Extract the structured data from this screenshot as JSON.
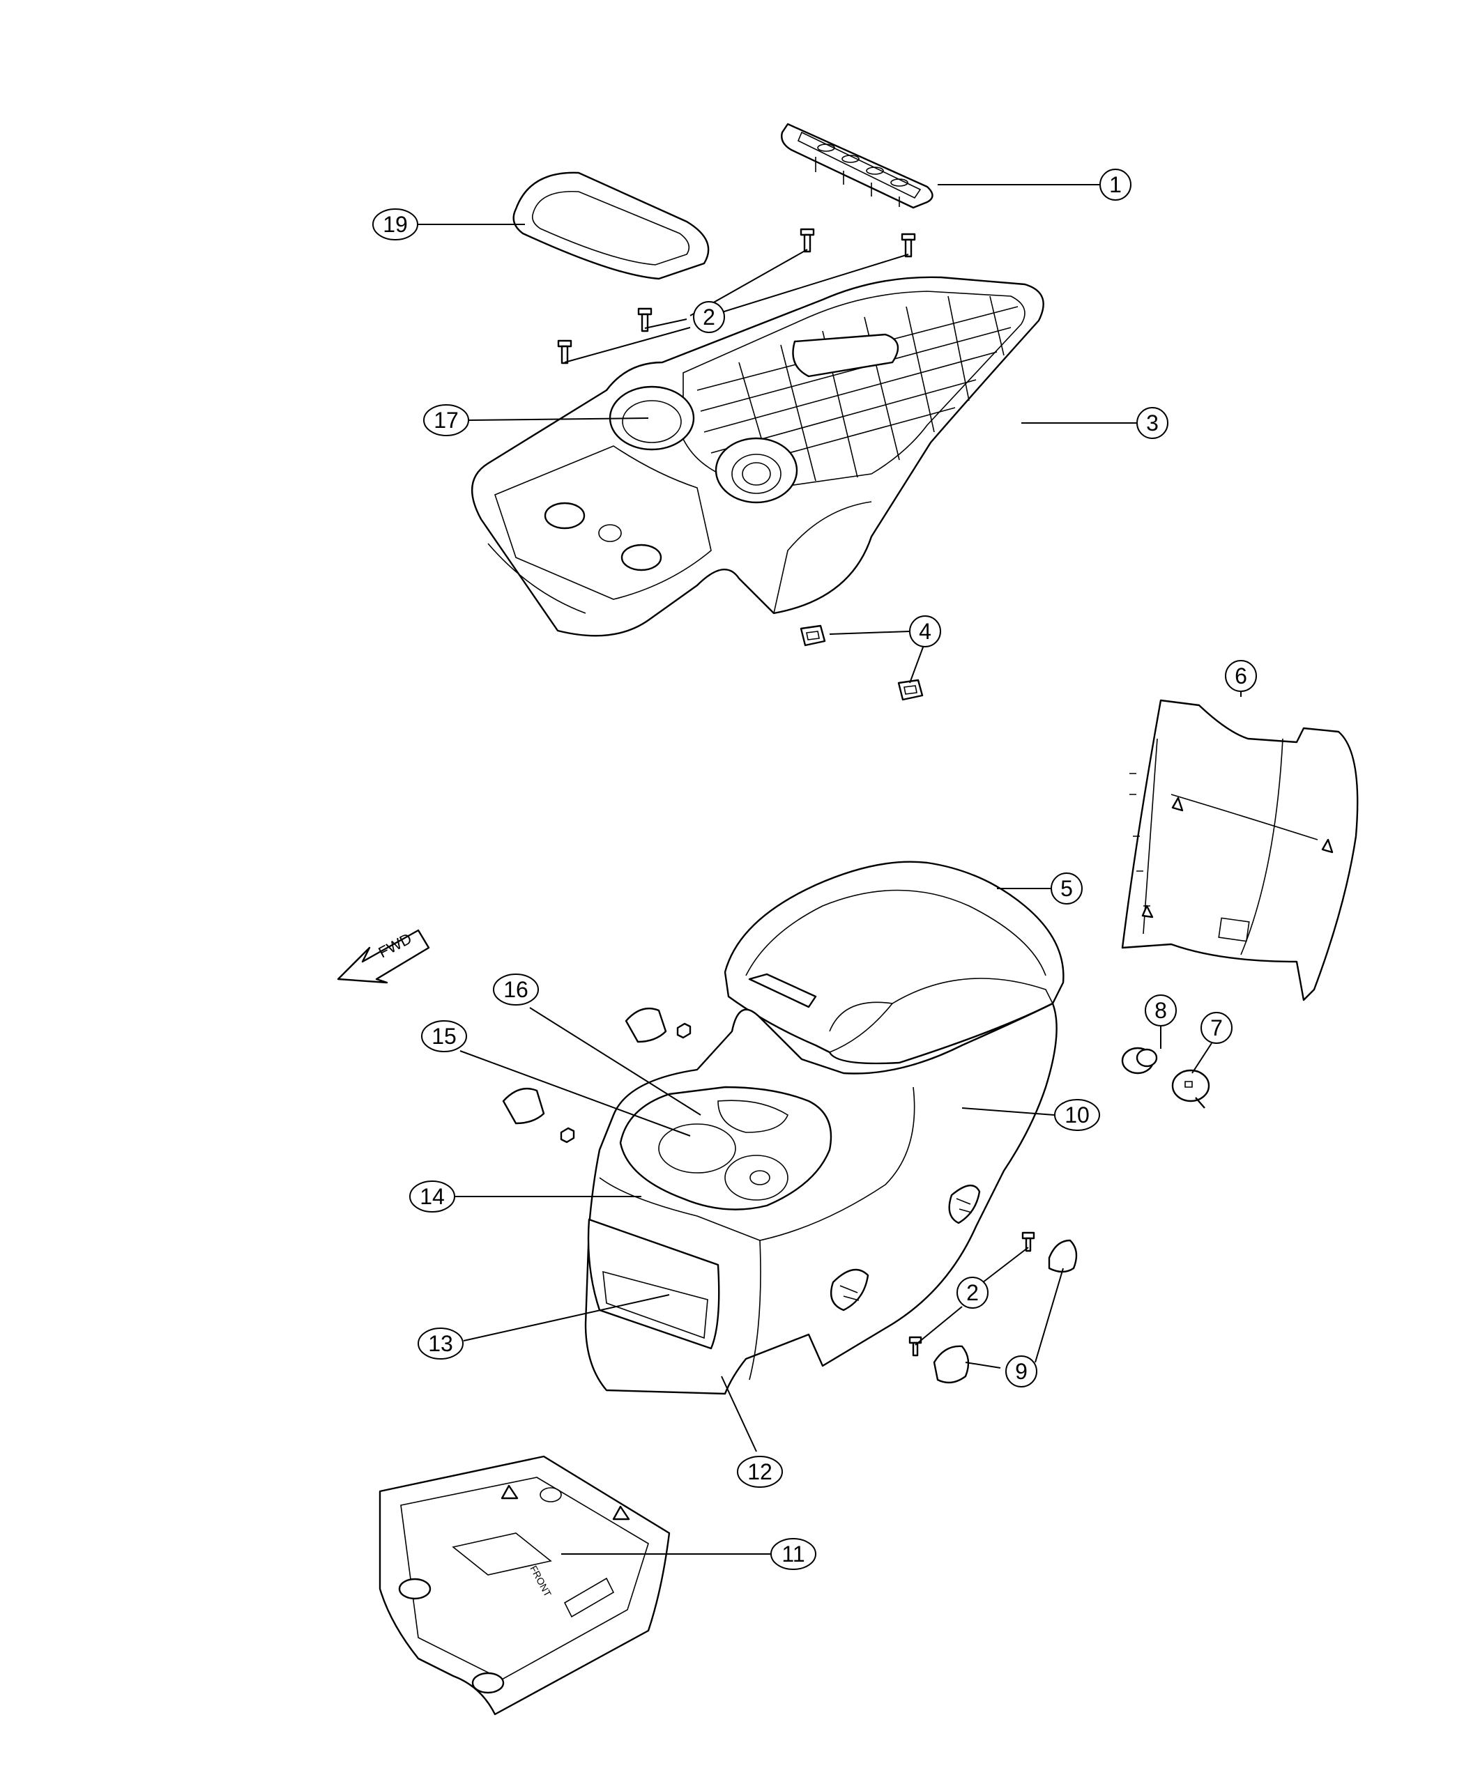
{
  "callouts": {
    "c1": "1",
    "c2a": "2",
    "c2b": "2",
    "c3": "3",
    "c4": "4",
    "c5": "5",
    "c6": "6",
    "c7": "7",
    "c8": "8",
    "c9": "9",
    "c10": "10",
    "c11": "11",
    "c12": "12",
    "c13": "13",
    "c14": "14",
    "c15": "15",
    "c16": "16",
    "c17": "17",
    "c19": "19"
  },
  "labels": {
    "fwd": "FWD",
    "front": "FRONT"
  }
}
